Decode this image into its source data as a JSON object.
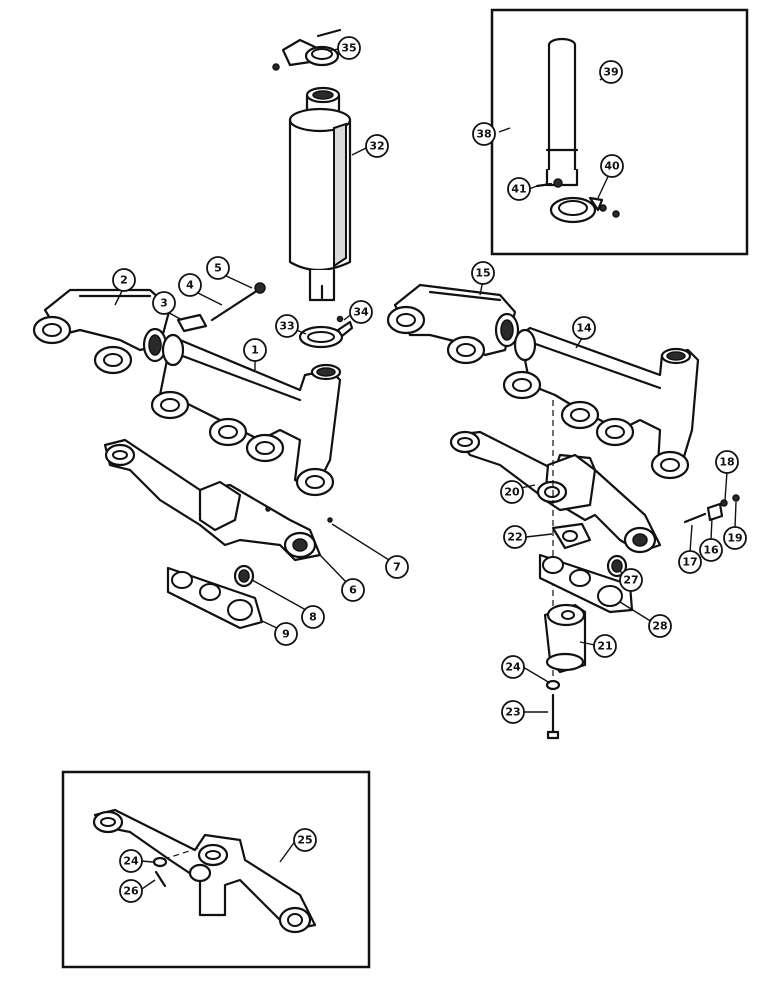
{
  "callouts": {
    "c1": "1",
    "c2": "2",
    "c3": "3",
    "c4": "4",
    "c5": "5",
    "c6": "6",
    "c7": "7",
    "c8": "8",
    "c9": "9",
    "c14": "14",
    "c15": "15",
    "c16": "16",
    "c17": "17",
    "c18": "18",
    "c19": "19",
    "c20": "20",
    "c21": "21",
    "c22": "22",
    "c23": "23",
    "c24": "24",
    "c24b": "24",
    "c25": "25",
    "c26": "26",
    "c27": "27",
    "c28": "28",
    "c32": "32",
    "c33": "33",
    "c34": "34",
    "c35": "35",
    "c38": "38",
    "c39": "39",
    "c40": "40",
    "c41": "41"
  }
}
